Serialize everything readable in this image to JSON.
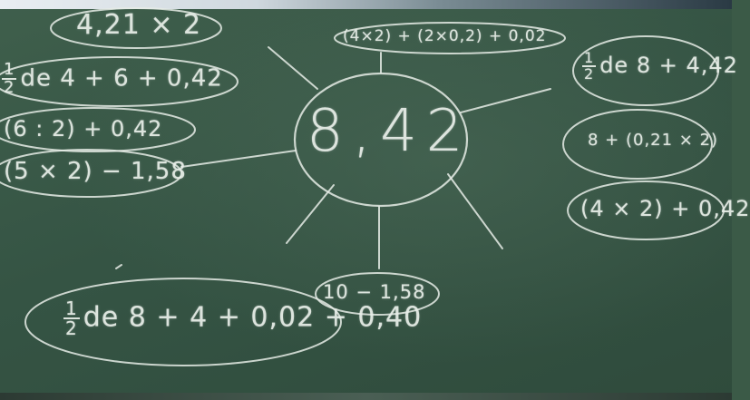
{
  "center": "8,42",
  "expressions": {
    "e1": "4,21 × 2",
    "e2_frac_num": "1",
    "e2_frac_den": "2",
    "e2_rest": "de 4 + 6 + 0,42",
    "e3": "(6 : 2) + 0,42",
    "e4": "(5 × 2) − 1,58",
    "e5": "(4×2) + (2×0,2) + 0,02",
    "e6_frac_num": "1",
    "e6_frac_den": "2",
    "e6_rest": "de 8 + 4,42",
    "e7": "8 + (0,21 × 2)",
    "e8": "(4 × 2) + 0,42",
    "e9": "10 − 1,58",
    "e10_frac_num": "1",
    "e10_frac_den": "2",
    "e10_rest": "de 8 + 4 + 0,02 + 0,40"
  }
}
